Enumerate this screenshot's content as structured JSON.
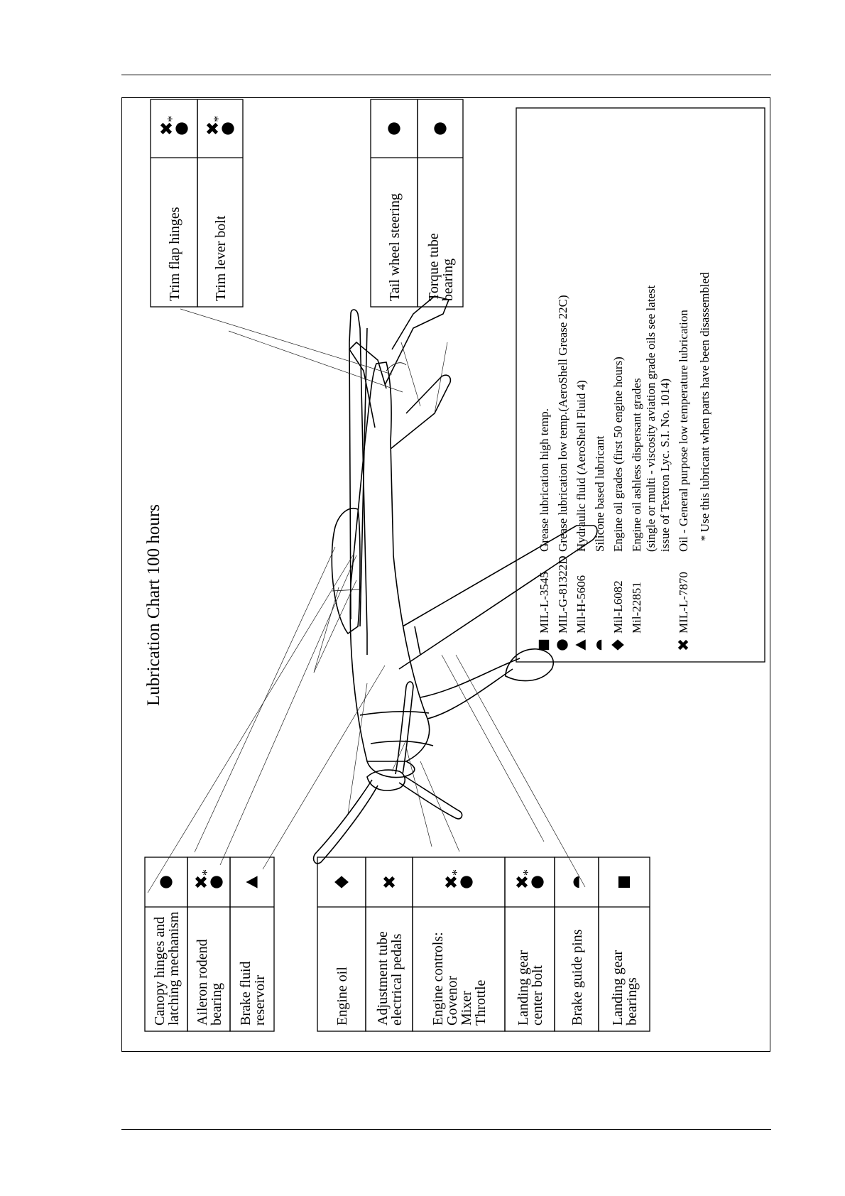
{
  "chart_title": "Lubrication Chart 100 hours",
  "left_group_1": [
    {
      "label_lines": [
        "Canopy hinges and",
        "latching mechanism"
      ],
      "symbols": [
        "circle"
      ],
      "asterisk": false
    },
    {
      "label_lines": [
        "Aileron rodend",
        "bearing"
      ],
      "symbols": [
        "x",
        "circle"
      ],
      "asterisk": true
    },
    {
      "label_lines": [
        "Brake fluid",
        "reservoir"
      ],
      "symbols": [
        "triangle"
      ],
      "asterisk": false
    }
  ],
  "left_group_2": [
    {
      "label_lines": [
        "Engine oil"
      ],
      "symbols": [
        "diamond"
      ],
      "asterisk": false
    },
    {
      "label_lines": [
        "Adjustment tube",
        "electrical pedals"
      ],
      "symbols": [
        "x"
      ],
      "asterisk": false
    },
    {
      "label_lines": [
        "Engine controls:",
        "Govenor",
        "Mixer",
        "Throttle"
      ],
      "symbols": [
        "x",
        "circle"
      ],
      "asterisk": true
    },
    {
      "label_lines": [
        "Landing gear",
        "center bolt"
      ],
      "symbols": [
        "x",
        "circle"
      ],
      "asterisk": true
    },
    {
      "label_lines": [
        "Brake guide pins"
      ],
      "symbols": [
        "half-circle"
      ],
      "asterisk": false
    },
    {
      "label_lines": [
        "Landing gear",
        "bearings"
      ],
      "symbols": [
        "square"
      ],
      "asterisk": false
    }
  ],
  "right_group_1": [
    {
      "label_lines": [
        "Trim flap hinges"
      ],
      "symbols": [
        "x",
        "circle"
      ],
      "asterisk": true
    },
    {
      "label_lines": [
        "Trim lever bolt"
      ],
      "symbols": [
        "x",
        "circle"
      ],
      "asterisk": true
    }
  ],
  "right_group_2": [
    {
      "label_lines": [
        "Tail wheel steering"
      ],
      "symbols": [
        "circle"
      ],
      "asterisk": false
    },
    {
      "label_lines": [
        "Torque tube",
        "bearing"
      ],
      "symbols": [
        "circle"
      ],
      "asterisk": false
    }
  ],
  "legend": [
    {
      "symbol": "square",
      "spec": "MIL-L-3545",
      "desc_lines": [
        "Grease lubrication high temp."
      ]
    },
    {
      "symbol": "circle",
      "spec": "MIL-G-81322D",
      "desc_lines": [
        "Grease lubrication low temp.(AeroShell Grease 22C)"
      ]
    },
    {
      "symbol": "triangle",
      "spec": "Mil-H-5606",
      "desc_lines": [
        "Hydraulic fluid (AeroShell Fluid 4)"
      ]
    },
    {
      "symbol": "half-circle",
      "spec": "",
      "desc_lines": [
        "Silicone based lubricant"
      ]
    },
    {
      "symbol": "diamond",
      "spec": "Mil-L6082",
      "desc_lines": [
        "Engine oil   grades (first 50 engine hours)"
      ]
    },
    {
      "symbol": "",
      "spec": "Mil-22851",
      "desc_lines": [
        "Engine oil   ashless dispersant grades",
        "(single or multi - viscosity aviation grade oils see latest",
        "issue of Textron Lyc. S.I. No. 1014)"
      ]
    },
    {
      "symbol": "x",
      "spec": "MIL-L-7870",
      "desc_lines": [
        "Oil - General purpose low temperature lubrication"
      ]
    }
  ],
  "legend_footnote": "* Use this lubricant when parts have been disassembled",
  "asterisk": "*"
}
